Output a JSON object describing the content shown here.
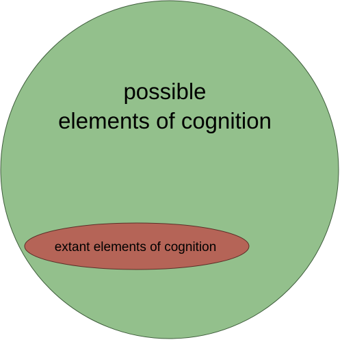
{
  "diagram": {
    "outer_set": {
      "label_line1": "possible",
      "label_line2": "elements of cognition",
      "fill": "#93c08c",
      "stroke": "#3d5c3a"
    },
    "inner_set": {
      "label": "extant elements of cognition",
      "fill": "#b56457",
      "stroke": "#5a2e27"
    }
  }
}
